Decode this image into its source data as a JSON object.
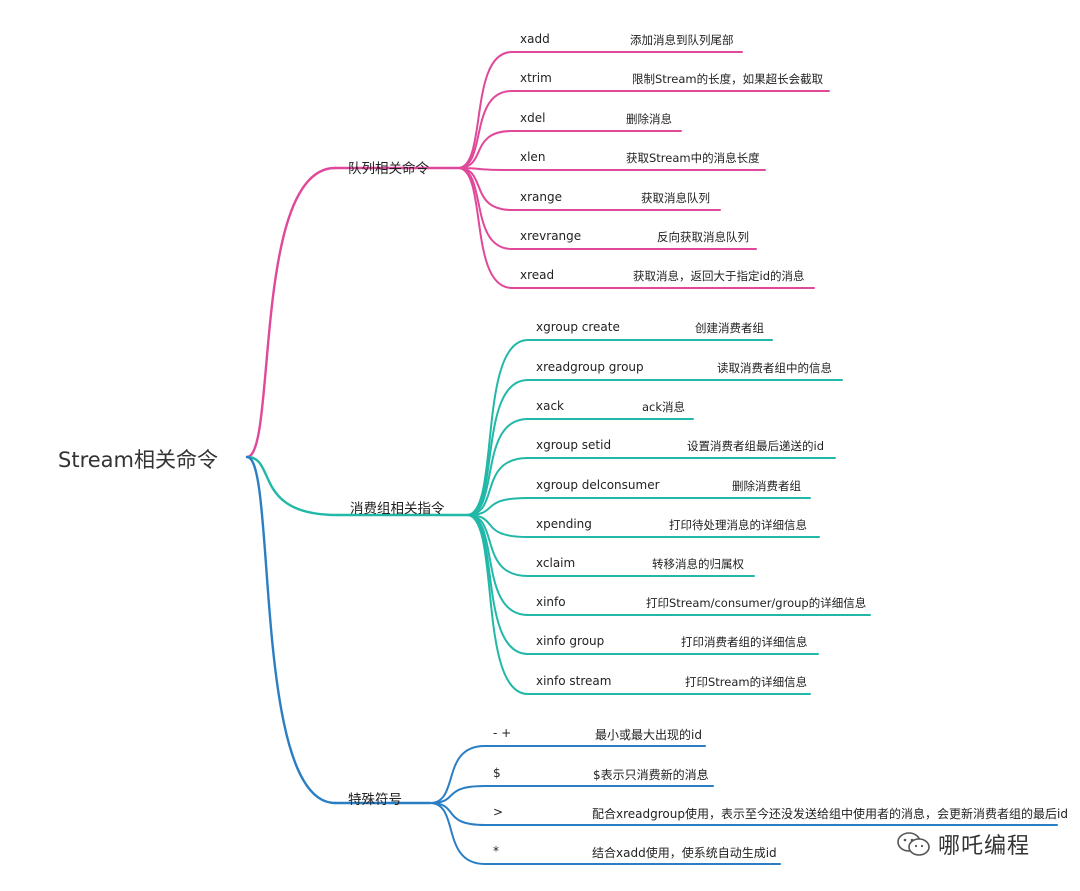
{
  "root": {
    "label": "Stream相关命令"
  },
  "branches": [
    {
      "label": "队列相关命令",
      "color": "#e0489a",
      "items": [
        {
          "cmd": "xadd",
          "desc": "添加消息到队列尾部"
        },
        {
          "cmd": "xtrim",
          "desc": "限制Stream的长度，如果超长会截取"
        },
        {
          "cmd": "xdel",
          "desc": "删除消息"
        },
        {
          "cmd": "xlen",
          "desc": "获取Stream中的消息长度"
        },
        {
          "cmd": "xrange",
          "desc": "获取消息队列"
        },
        {
          "cmd": "xrevrange",
          "desc": "反向获取消息队列"
        },
        {
          "cmd": "xread",
          "desc": "获取消息，返回大于指定id的消息"
        }
      ]
    },
    {
      "label": "消费组相关指令",
      "color": "#22b8a8",
      "items": [
        {
          "cmd": "xgroup create",
          "desc": "创建消费者组"
        },
        {
          "cmd": "xreadgroup group",
          "desc": "读取消费者组中的信息"
        },
        {
          "cmd": "xack",
          "desc": "ack消息"
        },
        {
          "cmd": "xgroup setid",
          "desc": "设置消费者组最后递送的id"
        },
        {
          "cmd": "xgroup delconsumer",
          "desc": "删除消费者组"
        },
        {
          "cmd": "xpending",
          "desc": "打印待处理消息的详细信息"
        },
        {
          "cmd": "xclaim",
          "desc": "转移消息的归属权"
        },
        {
          "cmd": "xinfo",
          "desc": "打印Stream/consumer/group的详细信息"
        },
        {
          "cmd": "xinfo group",
          "desc": "打印消费者组的详细信息"
        },
        {
          "cmd": "xinfo stream",
          "desc": "打印Stream的详细信息"
        }
      ]
    },
    {
      "label": "特殊符号",
      "color": "#2a7fc4",
      "items": [
        {
          "cmd": "- +",
          "desc": "最小或最大出现的id"
        },
        {
          "cmd": "$",
          "desc": "$表示只消费新的消息"
        },
        {
          "cmd": ">",
          "desc": "配合xreadgroup使用，表示至今还没发送给组中使用者的消息，会更新消费者组的最后id"
        },
        {
          "cmd": "*",
          "desc": "结合xadd使用，使系统自动生成id"
        }
      ]
    }
  ],
  "watermark": {
    "text": "哪吒编程",
    "icon": "wechat-icon"
  }
}
